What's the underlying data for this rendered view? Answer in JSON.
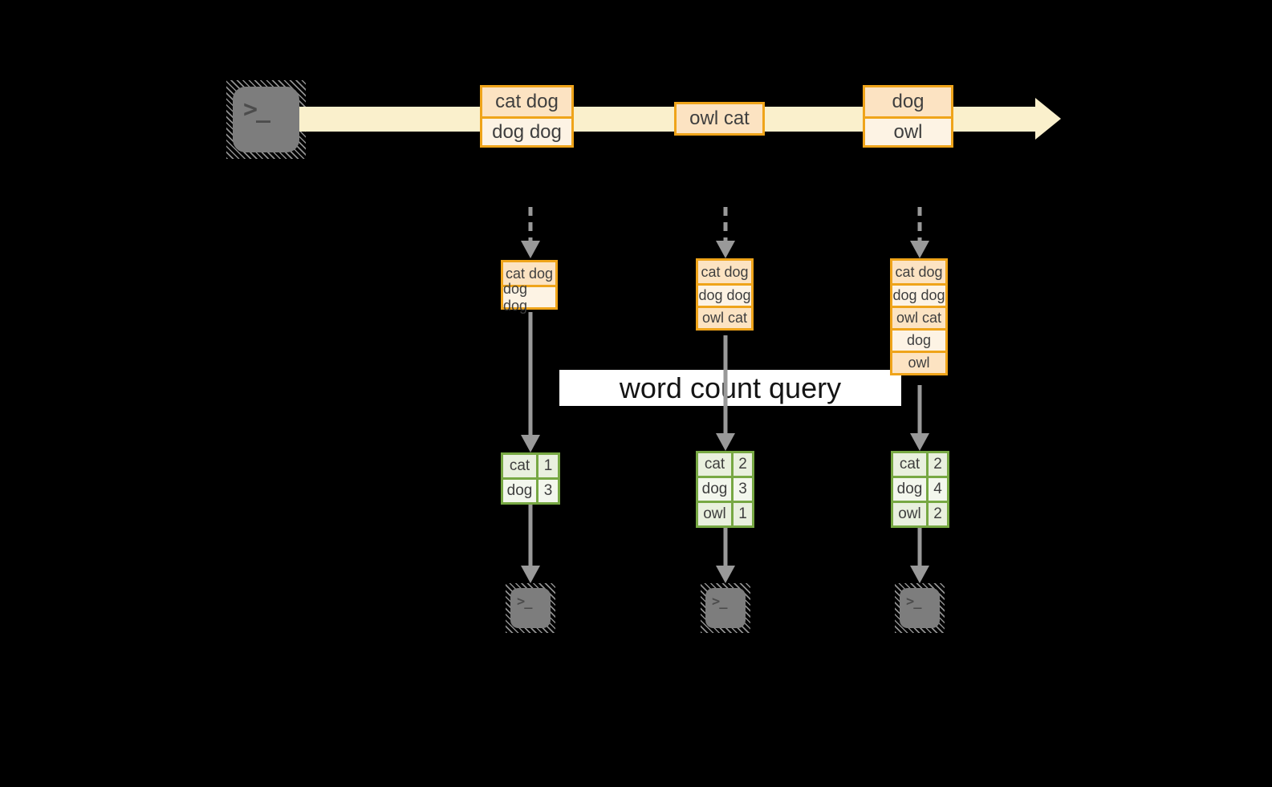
{
  "banner_label": "word count query",
  "terminal_glyph": ">_",
  "stream_events": [
    {
      "lines": [
        "cat dog",
        "dog dog"
      ]
    },
    {
      "lines": [
        "owl cat"
      ]
    },
    {
      "lines": [
        "dog",
        "owl"
      ]
    }
  ],
  "snapshots": [
    {
      "buffer": [
        "cat dog",
        "dog dog"
      ],
      "counts": [
        {
          "word": "cat",
          "count": "1"
        },
        {
          "word": "dog",
          "count": "3"
        }
      ]
    },
    {
      "buffer": [
        "cat dog",
        "dog dog",
        "owl cat"
      ],
      "counts": [
        {
          "word": "cat",
          "count": "2"
        },
        {
          "word": "dog",
          "count": "3"
        },
        {
          "word": "owl",
          "count": "1"
        }
      ]
    },
    {
      "buffer": [
        "cat dog",
        "dog dog",
        "owl cat",
        "dog",
        "owl"
      ],
      "counts": [
        {
          "word": "cat",
          "count": "2"
        },
        {
          "word": "dog",
          "count": "4"
        },
        {
          "word": "owl",
          "count": "2"
        }
      ]
    }
  ],
  "colors": {
    "background": "#000000",
    "stream_arrow": "#faf0cc",
    "event_border": "#efa41a",
    "event_fill_dark": "#fce3c2",
    "event_fill_light": "#fdf3e4",
    "table_border": "#77a843",
    "table_fill_dark": "#e9f0de",
    "table_fill_light": "#f3f7ed",
    "connector_gray": "#999999",
    "banner_background": "#ffffff",
    "terminal_gray": "#7d7d7d"
  }
}
